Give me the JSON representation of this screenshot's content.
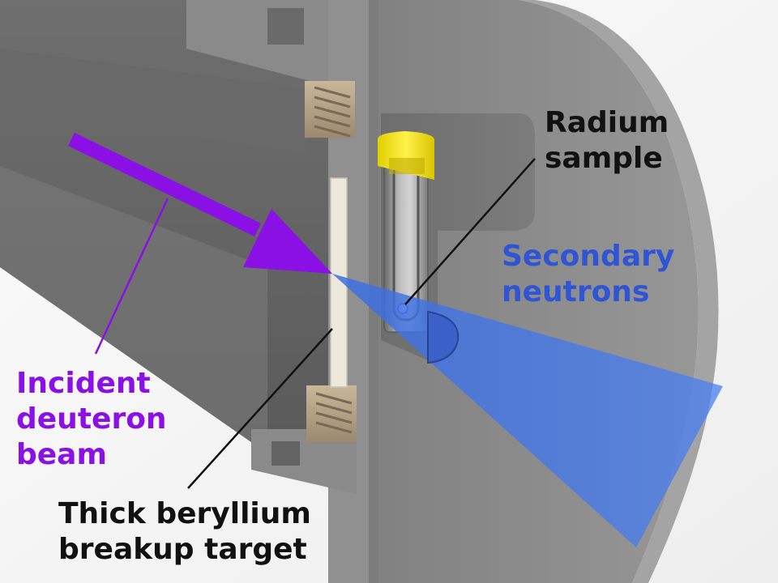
{
  "labels": {
    "radium": {
      "line1": "Radium",
      "line2": "sample",
      "color": "#111111"
    },
    "neutrons": {
      "line1": "Secondary",
      "line2": "neutrons",
      "color": "#2f55d4"
    },
    "beam": {
      "line1": "Incident",
      "line2": "deuteron",
      "line3": "beam",
      "color": "#8a10e6"
    },
    "target": {
      "line1": "Thick beryllium",
      "line2": "breakup target",
      "color": "#111111"
    }
  },
  "colors": {
    "beam_arrow": "#8a10e6",
    "neutron_cone": "#3d6fe0",
    "sample_cap": "#f5e60a",
    "housing": "#8c8c8c",
    "target_plate": "#ece8dc",
    "leader_line": "#111111"
  }
}
